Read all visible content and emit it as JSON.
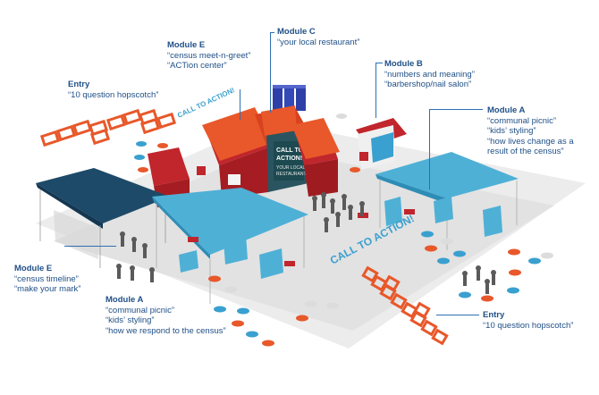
{
  "colors": {
    "accent_blue": "#1f4f86",
    "pavilion_blue": "#4fb0d6",
    "dark_canopy": "#1d4a68",
    "module_red": "#c0262c",
    "orange": "#e8582a",
    "floor_gray": "#e6e6e6",
    "porta_blue": "#2e3fa8"
  },
  "signage": {
    "call_to_action_top": "CALL TO ACTION!",
    "call_to_action_bottom": "CALL TO ACTION!",
    "restaurant_banner_1": "CALL TO",
    "restaurant_banner_2": "ACTION!",
    "restaurant_banner_3": "YOUR LOCAL",
    "restaurant_banner_4": "RESTAURANT"
  },
  "callouts": {
    "module_c": {
      "title": "Module C",
      "lines": [
        "“your local restaurant”"
      ]
    },
    "module_e_top": {
      "title": "Module E",
      "lines": [
        "“census meet-n-greet”",
        "“ACTion center”"
      ]
    },
    "entry_top": {
      "title": "Entry",
      "lines": [
        "“10 question hopscotch”"
      ]
    },
    "module_b": {
      "title": "Module B",
      "lines": [
        "“numbers and meaning”",
        "“barbershop/nail salon”"
      ]
    },
    "module_a_right": {
      "title": "Module A",
      "lines": [
        "“communal picnic”",
        "“kids’ styling”",
        "“how lives change as a",
        "result of the census”"
      ]
    },
    "module_e_left": {
      "title": "Module E",
      "lines": [
        "“census timeline”",
        "“make your mark”"
      ]
    },
    "module_a_bottom": {
      "title": "Module A",
      "lines": [
        "“communal picnic”",
        "“kids’ styling”",
        "“how we respond to the census”"
      ]
    },
    "entry_bottom": {
      "title": "Entry",
      "lines": [
        "“10 question hopscotch”"
      ]
    }
  }
}
